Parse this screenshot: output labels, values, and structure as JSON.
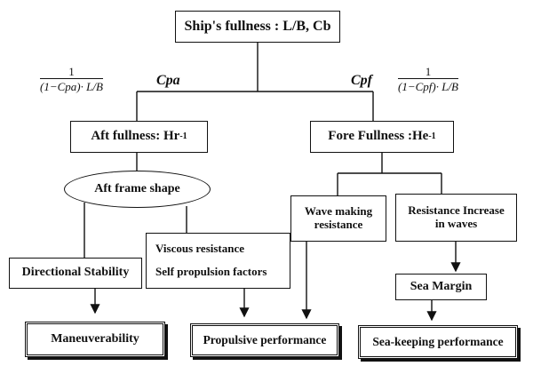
{
  "nodes": {
    "ships_fullness": "Ship's fullness : L/B, Cb",
    "aft_fullness_text": "Aft fullness: Hr",
    "aft_fullness_sup": "-1",
    "fore_fullness_text": "Fore Fullness :He",
    "fore_fullness_sup": "-1",
    "aft_frame_shape": "Aft frame shape",
    "wave_making_1": "Wave making",
    "wave_making_2": "resistance",
    "resistance_increase_1": "Resistance Increase",
    "resistance_increase_2": "in waves",
    "directional_stability": "Directional Stability",
    "viscous_resistance": "Viscous resistance",
    "self_propulsion": "Self propulsion factors",
    "sea_margin": "Sea Margin",
    "maneuverability": "Maneuverability",
    "propulsive_performance": "Propulsive performance",
    "sea_keeping": "Sea-keeping performance"
  },
  "edge_labels": {
    "cpa": "Cpa",
    "cpf": "Cpf"
  },
  "formulas": {
    "aft_numerator": "1",
    "aft_denominator": "(1−Cpa)· L/B",
    "fore_numerator": "1",
    "fore_denominator": "(1−Cpf)· L/B"
  }
}
